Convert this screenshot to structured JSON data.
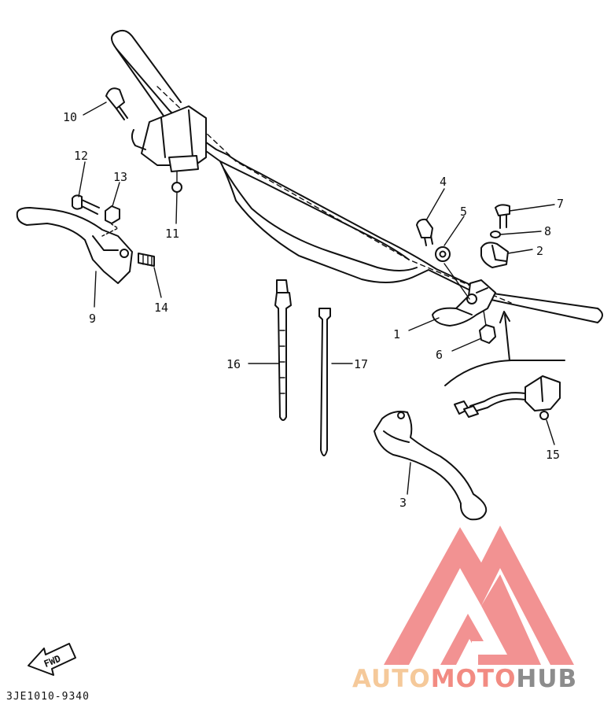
{
  "diagram": {
    "callouts": [
      "1",
      "2",
      "3",
      "4",
      "5",
      "6",
      "7",
      "8",
      "9",
      "10",
      "11",
      "12",
      "13",
      "14",
      "15",
      "16",
      "17"
    ],
    "fwd_label": "FWD",
    "part_code": "3JE1010-9340"
  },
  "watermark": {
    "word_auto": "AUTO",
    "word_moto": "MOTO",
    "word_hub": "HUB",
    "color_auto": "#f5c99a",
    "color_moto": "#f28b82",
    "color_hub": "#8c8c8c",
    "logo_color": "#f08080"
  }
}
